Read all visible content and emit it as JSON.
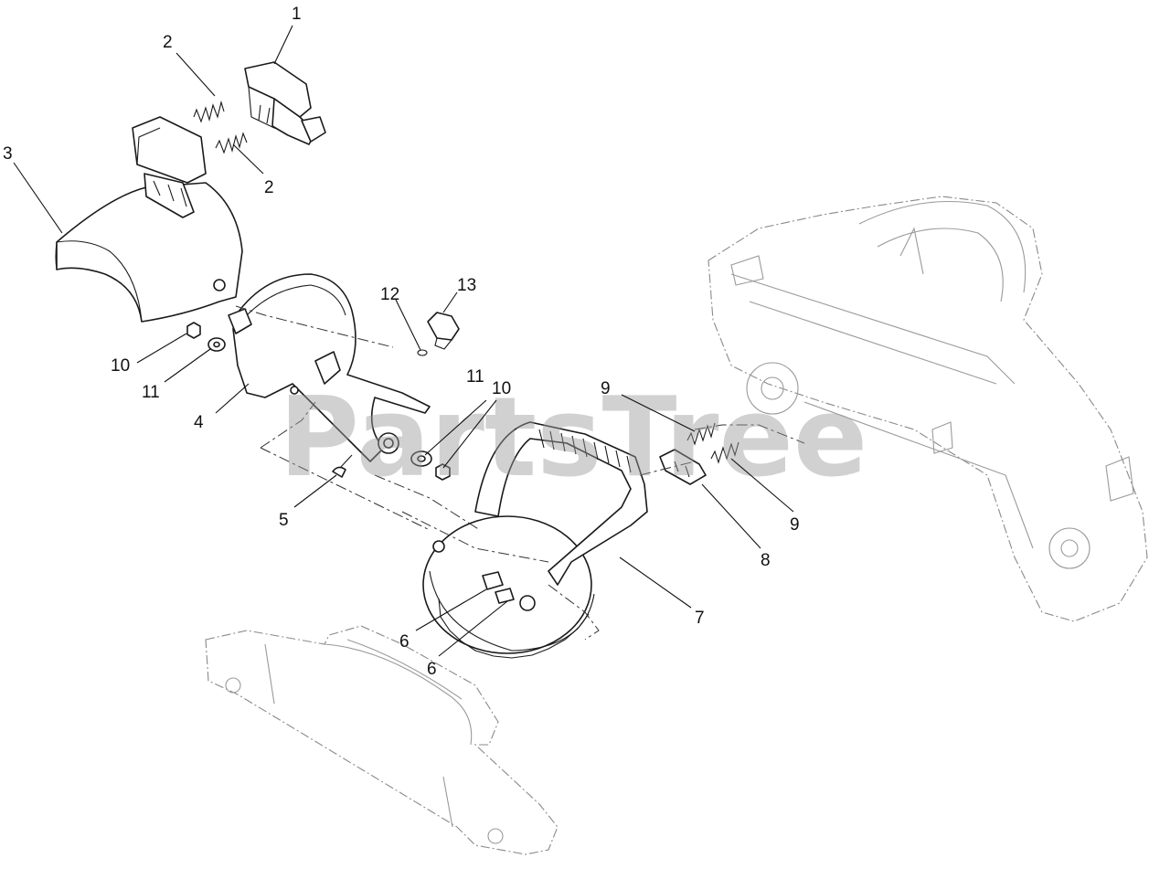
{
  "diagram": {
    "watermark": "PartsTree",
    "callouts": [
      {
        "id": "c1",
        "label": "1"
      },
      {
        "id": "c2a",
        "label": "2"
      },
      {
        "id": "c2b",
        "label": "2"
      },
      {
        "id": "c3",
        "label": "3"
      },
      {
        "id": "c4",
        "label": "4"
      },
      {
        "id": "c5",
        "label": "5"
      },
      {
        "id": "c6a",
        "label": "6"
      },
      {
        "id": "c6b",
        "label": "6"
      },
      {
        "id": "c7",
        "label": "7"
      },
      {
        "id": "c8",
        "label": "8"
      },
      {
        "id": "c9a",
        "label": "9"
      },
      {
        "id": "c9b",
        "label": "9"
      },
      {
        "id": "c10a",
        "label": "10"
      },
      {
        "id": "c10b",
        "label": "10"
      },
      {
        "id": "c11a",
        "label": "11"
      },
      {
        "id": "c11b",
        "label": "11"
      },
      {
        "id": "c12",
        "label": "12"
      },
      {
        "id": "c13",
        "label": "13"
      }
    ]
  }
}
